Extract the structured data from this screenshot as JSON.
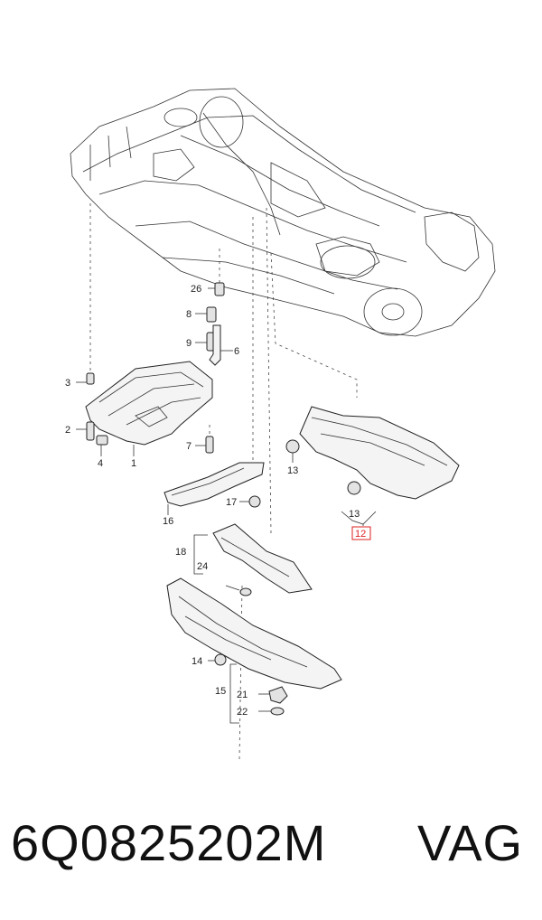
{
  "callouts": {
    "c1": "1",
    "c2": "2",
    "c3": "3",
    "c4": "4",
    "c6": "6",
    "c7": "7",
    "c8": "8",
    "c9": "9",
    "c12": "12",
    "c13a": "13",
    "c13b": "13",
    "c14": "14",
    "c15": "15",
    "c16": "16",
    "c17": "17",
    "c18": "18",
    "c21": "21",
    "c22": "22",
    "c24": "24",
    "c26": "26"
  },
  "footer": {
    "part_number": "6Q0825202M",
    "brand": "VAG"
  },
  "colors": {
    "highlight": "#dd2222",
    "line": "#333333"
  }
}
